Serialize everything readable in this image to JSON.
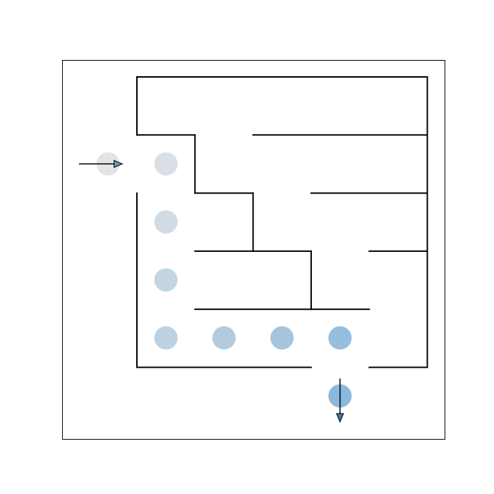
{
  "maze": {
    "grid": {
      "cols": 6,
      "rows": 6
    },
    "walls": [
      [
        [
          1,
          0
        ],
        [
          6,
          0
        ]
      ],
      [
        [
          6,
          0
        ],
        [
          6,
          5
        ]
      ],
      [
        [
          1,
          0
        ],
        [
          1,
          1
        ]
      ],
      [
        [
          1,
          1
        ],
        [
          2,
          1
        ]
      ],
      [
        [
          2,
          1
        ],
        [
          2,
          2
        ]
      ],
      [
        [
          2,
          2
        ],
        [
          3,
          2
        ]
      ],
      [
        [
          3,
          2
        ],
        [
          3,
          3
        ]
      ],
      [
        [
          3,
          1
        ],
        [
          6,
          1
        ]
      ],
      [
        [
          4,
          2
        ],
        [
          6,
          2
        ]
      ],
      [
        [
          1,
          2
        ],
        [
          1,
          5
        ]
      ],
      [
        [
          2,
          3
        ],
        [
          4,
          3
        ]
      ],
      [
        [
          4,
          3
        ],
        [
          4,
          4
        ]
      ],
      [
        [
          5,
          3
        ],
        [
          6,
          3
        ]
      ],
      [
        [
          2,
          4
        ],
        [
          5,
          4
        ]
      ],
      [
        [
          1,
          5
        ],
        [
          4,
          5
        ]
      ],
      [
        [
          5,
          5
        ],
        [
          6,
          5
        ]
      ]
    ],
    "path": [
      [
        0,
        1
      ],
      [
        1,
        1
      ],
      [
        1,
        2
      ],
      [
        1,
        3
      ],
      [
        1,
        4
      ],
      [
        2,
        4
      ],
      [
        3,
        4
      ],
      [
        4,
        4
      ],
      [
        4,
        5
      ]
    ],
    "path_colors": [
      "#e4e4e4",
      "#d9dfe5",
      "#d0dbe5",
      "#c4d5e2",
      "#bcd2e3",
      "#b1cbe0",
      "#a5c4de",
      "#98bede",
      "#8cb8db"
    ],
    "entry_arrow": {
      "from": [
        -0.5,
        1
      ],
      "to": [
        0.25,
        1
      ],
      "fill": "#6e93ad"
    },
    "exit_arrow": {
      "from": [
        4,
        4.7
      ],
      "to": [
        4,
        5.45
      ],
      "fill": "#3c77a6"
    },
    "colors": {
      "wall": "#000000",
      "frame": "#000000",
      "background": "#ffffff"
    }
  }
}
